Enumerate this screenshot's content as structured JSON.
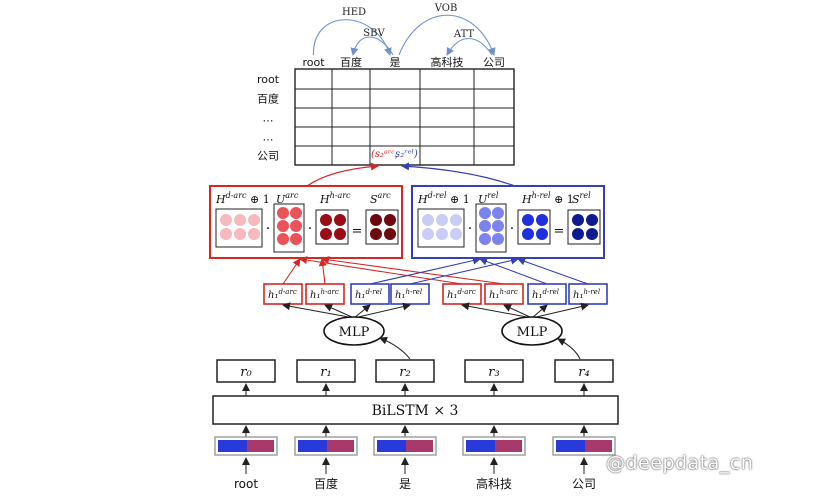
{
  "words": [
    "root",
    "百度",
    "是",
    "高科技",
    "公司"
  ],
  "matrix_rows": [
    "root",
    "百度",
    "…",
    "…",
    "公司"
  ],
  "arcs": [
    {
      "label": "HED",
      "from": 0,
      "to": 2
    },
    {
      "label": "SBV",
      "from": 2,
      "to": 1
    },
    {
      "label": "VOB",
      "from": 2,
      "to": 4
    },
    {
      "label": "ATT",
      "from": 4,
      "to": 3
    }
  ],
  "score_cell": {
    "arc": "(s₂ᵃʳᶜ,",
    "rel": "s₂ʳᵉˡ)"
  },
  "arc_biaffine": {
    "labels": [
      "H^d-arc ⊕ 1",
      "U^arc",
      "H^h-arc",
      "S^arc"
    ],
    "equals": "="
  },
  "rel_biaffine": {
    "labels": [
      "H^d-rel ⊕ 1",
      "U^rel",
      "H^h-rel ⊕ 1",
      "S^rel"
    ],
    "equals": "="
  },
  "mlp_outputs": [
    "h₁^d-arc",
    "h₁^h-arc",
    "h₁^d-rel",
    "h₁^h-rel"
  ],
  "mlp_label": "MLP",
  "rnn_states": [
    "r₀",
    "r₁",
    "r₂",
    "r₃",
    "r₄"
  ],
  "bilstm_label": "BiLSTM × 3",
  "watermark": "@deepdata_cn",
  "colors": {
    "arc": "#d62626",
    "rel": "#3340b8",
    "arrow_blue": "#6f93c9",
    "embed_blue": "#2a39d9",
    "embed_red": "#a83a6b",
    "arc_light": "#f7b9bd",
    "arc_mid": "#ec5359",
    "arc_dark": "#9a0c16",
    "arc_darkest": "#6d0810",
    "rel_light": "#c9cdf5",
    "rel_mid": "#7b84ec",
    "rel_dark": "#1e2fe0",
    "rel_darkest": "#0e1a8f"
  }
}
